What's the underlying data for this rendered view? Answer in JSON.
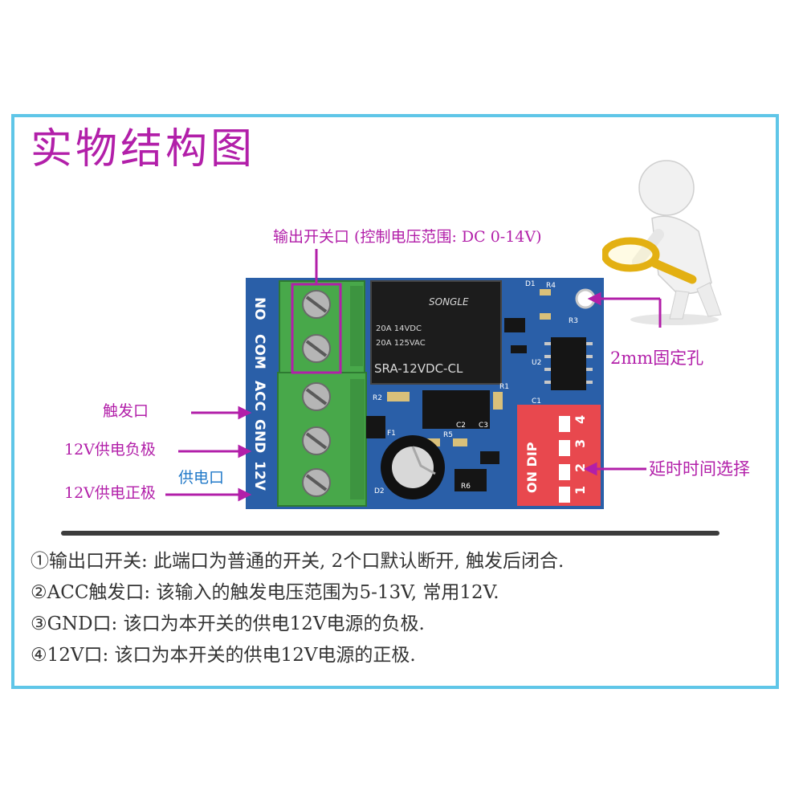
{
  "title": "实物结构图",
  "labels": {
    "output_port": "输出开关口 (控制电压范围: DC 0-14V)",
    "mount_hole": "2mm固定孔",
    "trigger": "触发口",
    "negative": "12V供电负极",
    "supply": "供电口",
    "positive": "12V供电正极",
    "delay_select": "延时时间选择"
  },
  "board": {
    "terminals": [
      "NO",
      "COM",
      "ACC",
      "GND",
      "12V"
    ],
    "relay_brand": "SONGLE",
    "relay_rating_1": "20A 14VDC",
    "relay_rating_2": "20A 125VAC",
    "relay_model": "SRA-12VDC-CL",
    "dip_label": "ON DIP",
    "dip_numbers": [
      "1",
      "2",
      "3",
      "4"
    ],
    "components": [
      "D1",
      "R4",
      "R3",
      "U2",
      "R2",
      "R1",
      "C1",
      "R5",
      "F1",
      "C2",
      "C3",
      "R6",
      "D2"
    ]
  },
  "notes": [
    "①输出口开关: 此端口为普通的开关, 2个口默认断开, 触发后闭合.",
    "②ACC触发口: 该输入的触发电压范围为5-13V, 常用12V.",
    "③GND口: 该口为本开关的供电12V电源的负极.",
    "④12V口: 该口为本开关的供电12V电源的正极."
  ],
  "colors": {
    "frame": "#5fc6e8",
    "accent": "#b21fa9",
    "pcb": "#2a5fa8",
    "terminal": "#48a84a",
    "dip": "#e8484e"
  }
}
